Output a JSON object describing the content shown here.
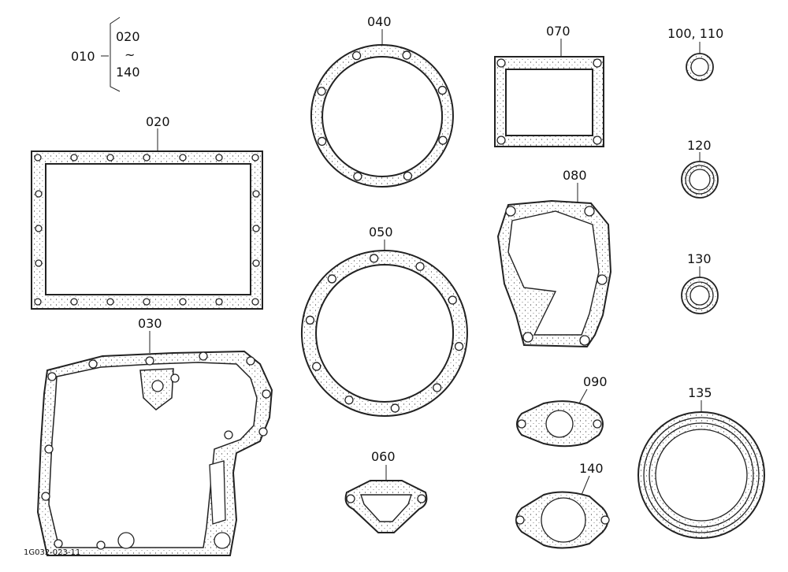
{
  "group": {
    "label": "010",
    "range_from": "020",
    "range_sep": "~",
    "range_to": "140"
  },
  "parts": [
    {
      "id": "p020",
      "label": "020"
    },
    {
      "id": "p030",
      "label": "030"
    },
    {
      "id": "p040",
      "label": "040"
    },
    {
      "id": "p050",
      "label": "050"
    },
    {
      "id": "p060",
      "label": "060"
    },
    {
      "id": "p070",
      "label": "070"
    },
    {
      "id": "p080",
      "label": "080"
    },
    {
      "id": "p090",
      "label": "090"
    },
    {
      "id": "p100",
      "label": "100, 110"
    },
    {
      "id": "p120",
      "label": "120"
    },
    {
      "id": "p130",
      "label": "130"
    },
    {
      "id": "p135",
      "label": "135"
    },
    {
      "id": "p140",
      "label": "140"
    }
  ],
  "drawing_code": "1G032-023-11"
}
